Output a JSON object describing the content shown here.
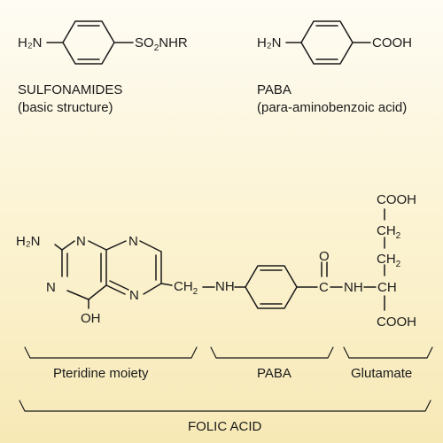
{
  "sulfonamides": {
    "left_group": "H₂N",
    "right_group_prefix": "SO",
    "right_group_sub": "2",
    "right_group_suffix": "NHR",
    "caption_line1": "SULFONAMIDES",
    "caption_line2": "(basic structure)"
  },
  "paba": {
    "left_group": "H₂N",
    "right_group": "COOH",
    "caption_line1": "PABA",
    "caption_line2": "(para-aminobenzoic acid)"
  },
  "folic_acid": {
    "pteridine": {
      "amino": "H₂N",
      "n1": "N",
      "n3": "N",
      "n5": "N",
      "n8": "N",
      "hydroxyl": "OH"
    },
    "methylene_prefix": "CH",
    "methylene_sub": "2",
    "amine_link": "NH",
    "carbonyl_o": "O",
    "carbonyl_c": "C",
    "amide_nh": "NH",
    "alpha_ch": "CH",
    "glutamate": {
      "top_cooh": "COOH",
      "ch2_a_prefix": "CH",
      "ch2_a_sub": "2",
      "ch2_b_prefix": "CH",
      "ch2_b_sub": "2",
      "bottom_cooh": "COOH"
    }
  },
  "labels": {
    "pteridine": "Pteridine moiety",
    "paba": "PABA",
    "glutamate": "Glutamate",
    "folic_acid": "FOLIC ACID"
  }
}
